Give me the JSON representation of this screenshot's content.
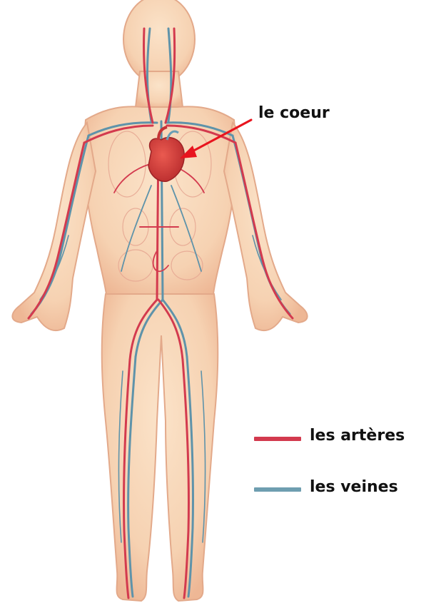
{
  "diagram": {
    "heart_label": "le coeur",
    "legend": [
      {
        "label": "les artères",
        "color": "#d33a4e"
      },
      {
        "label": "les veines",
        "color": "#6e9eb0"
      }
    ],
    "colors": {
      "skin": "#f6d2b2",
      "skin_outline": "#e3a98a",
      "artery": "#d33a4e",
      "vein": "#5e93aa",
      "heart": "#d8393a",
      "pointer_arrow": "#e8141e"
    }
  }
}
